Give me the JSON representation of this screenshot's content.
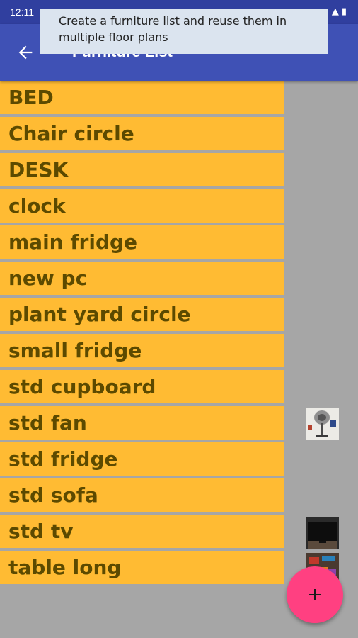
{
  "status_bar": {
    "time": "12:11"
  },
  "app_bar": {
    "title": "Furniture List",
    "back_icon": "arrow-left-icon"
  },
  "tooltip": {
    "text": "Create a furniture list and reuse them in multiple floor plans"
  },
  "furniture_list": {
    "items": [
      {
        "label": "BED"
      },
      {
        "label": "Chair circle"
      },
      {
        "label": "DESK"
      },
      {
        "label": "clock"
      },
      {
        "label": "main fridge"
      },
      {
        "label": "new pc"
      },
      {
        "label": "plant yard circle"
      },
      {
        "label": "small fridge"
      },
      {
        "label": "std cupboard"
      },
      {
        "label": "std fan"
      },
      {
        "label": "std fridge"
      },
      {
        "label": "std sofa"
      },
      {
        "label": "std tv"
      },
      {
        "label": "table long"
      }
    ]
  },
  "thumbnails": [
    {
      "item": "std fan",
      "icon": "fan-thumbnail"
    },
    {
      "item": "std tv",
      "icon": "tv-thumbnail"
    },
    {
      "item": "table long",
      "icon": "table-thumbnail"
    }
  ],
  "fab": {
    "icon": "plus-icon"
  },
  "colors": {
    "status_bar": "#303f9f",
    "app_bar": "#3f51b5",
    "list_item": "#ffbb33",
    "list_text": "#5c4a00",
    "background": "#a6a6a6",
    "fab": "#ff4081",
    "tooltip": "#dbe4ef"
  }
}
